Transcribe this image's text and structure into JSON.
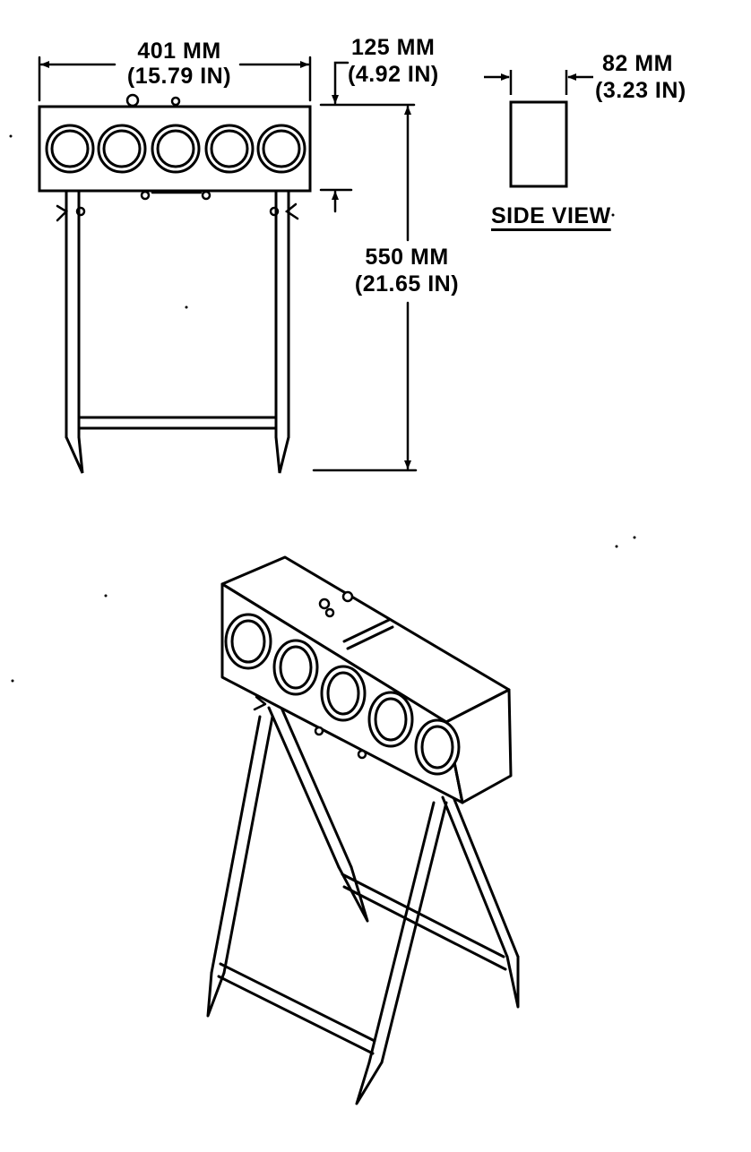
{
  "dimensions": {
    "width_mm": "401 MM",
    "width_in": "(15.79 IN)",
    "height_box_mm": "125 MM",
    "height_box_in": "(4.92 IN)",
    "depth_mm": "82 MM",
    "depth_in": "(3.23 IN)",
    "height_total_mm": "550 MM",
    "height_total_in": "(21.65 IN)"
  },
  "side_view_label": "SIDE VIEW",
  "colors": {
    "ink": "#000000",
    "paper": "#ffffff"
  }
}
